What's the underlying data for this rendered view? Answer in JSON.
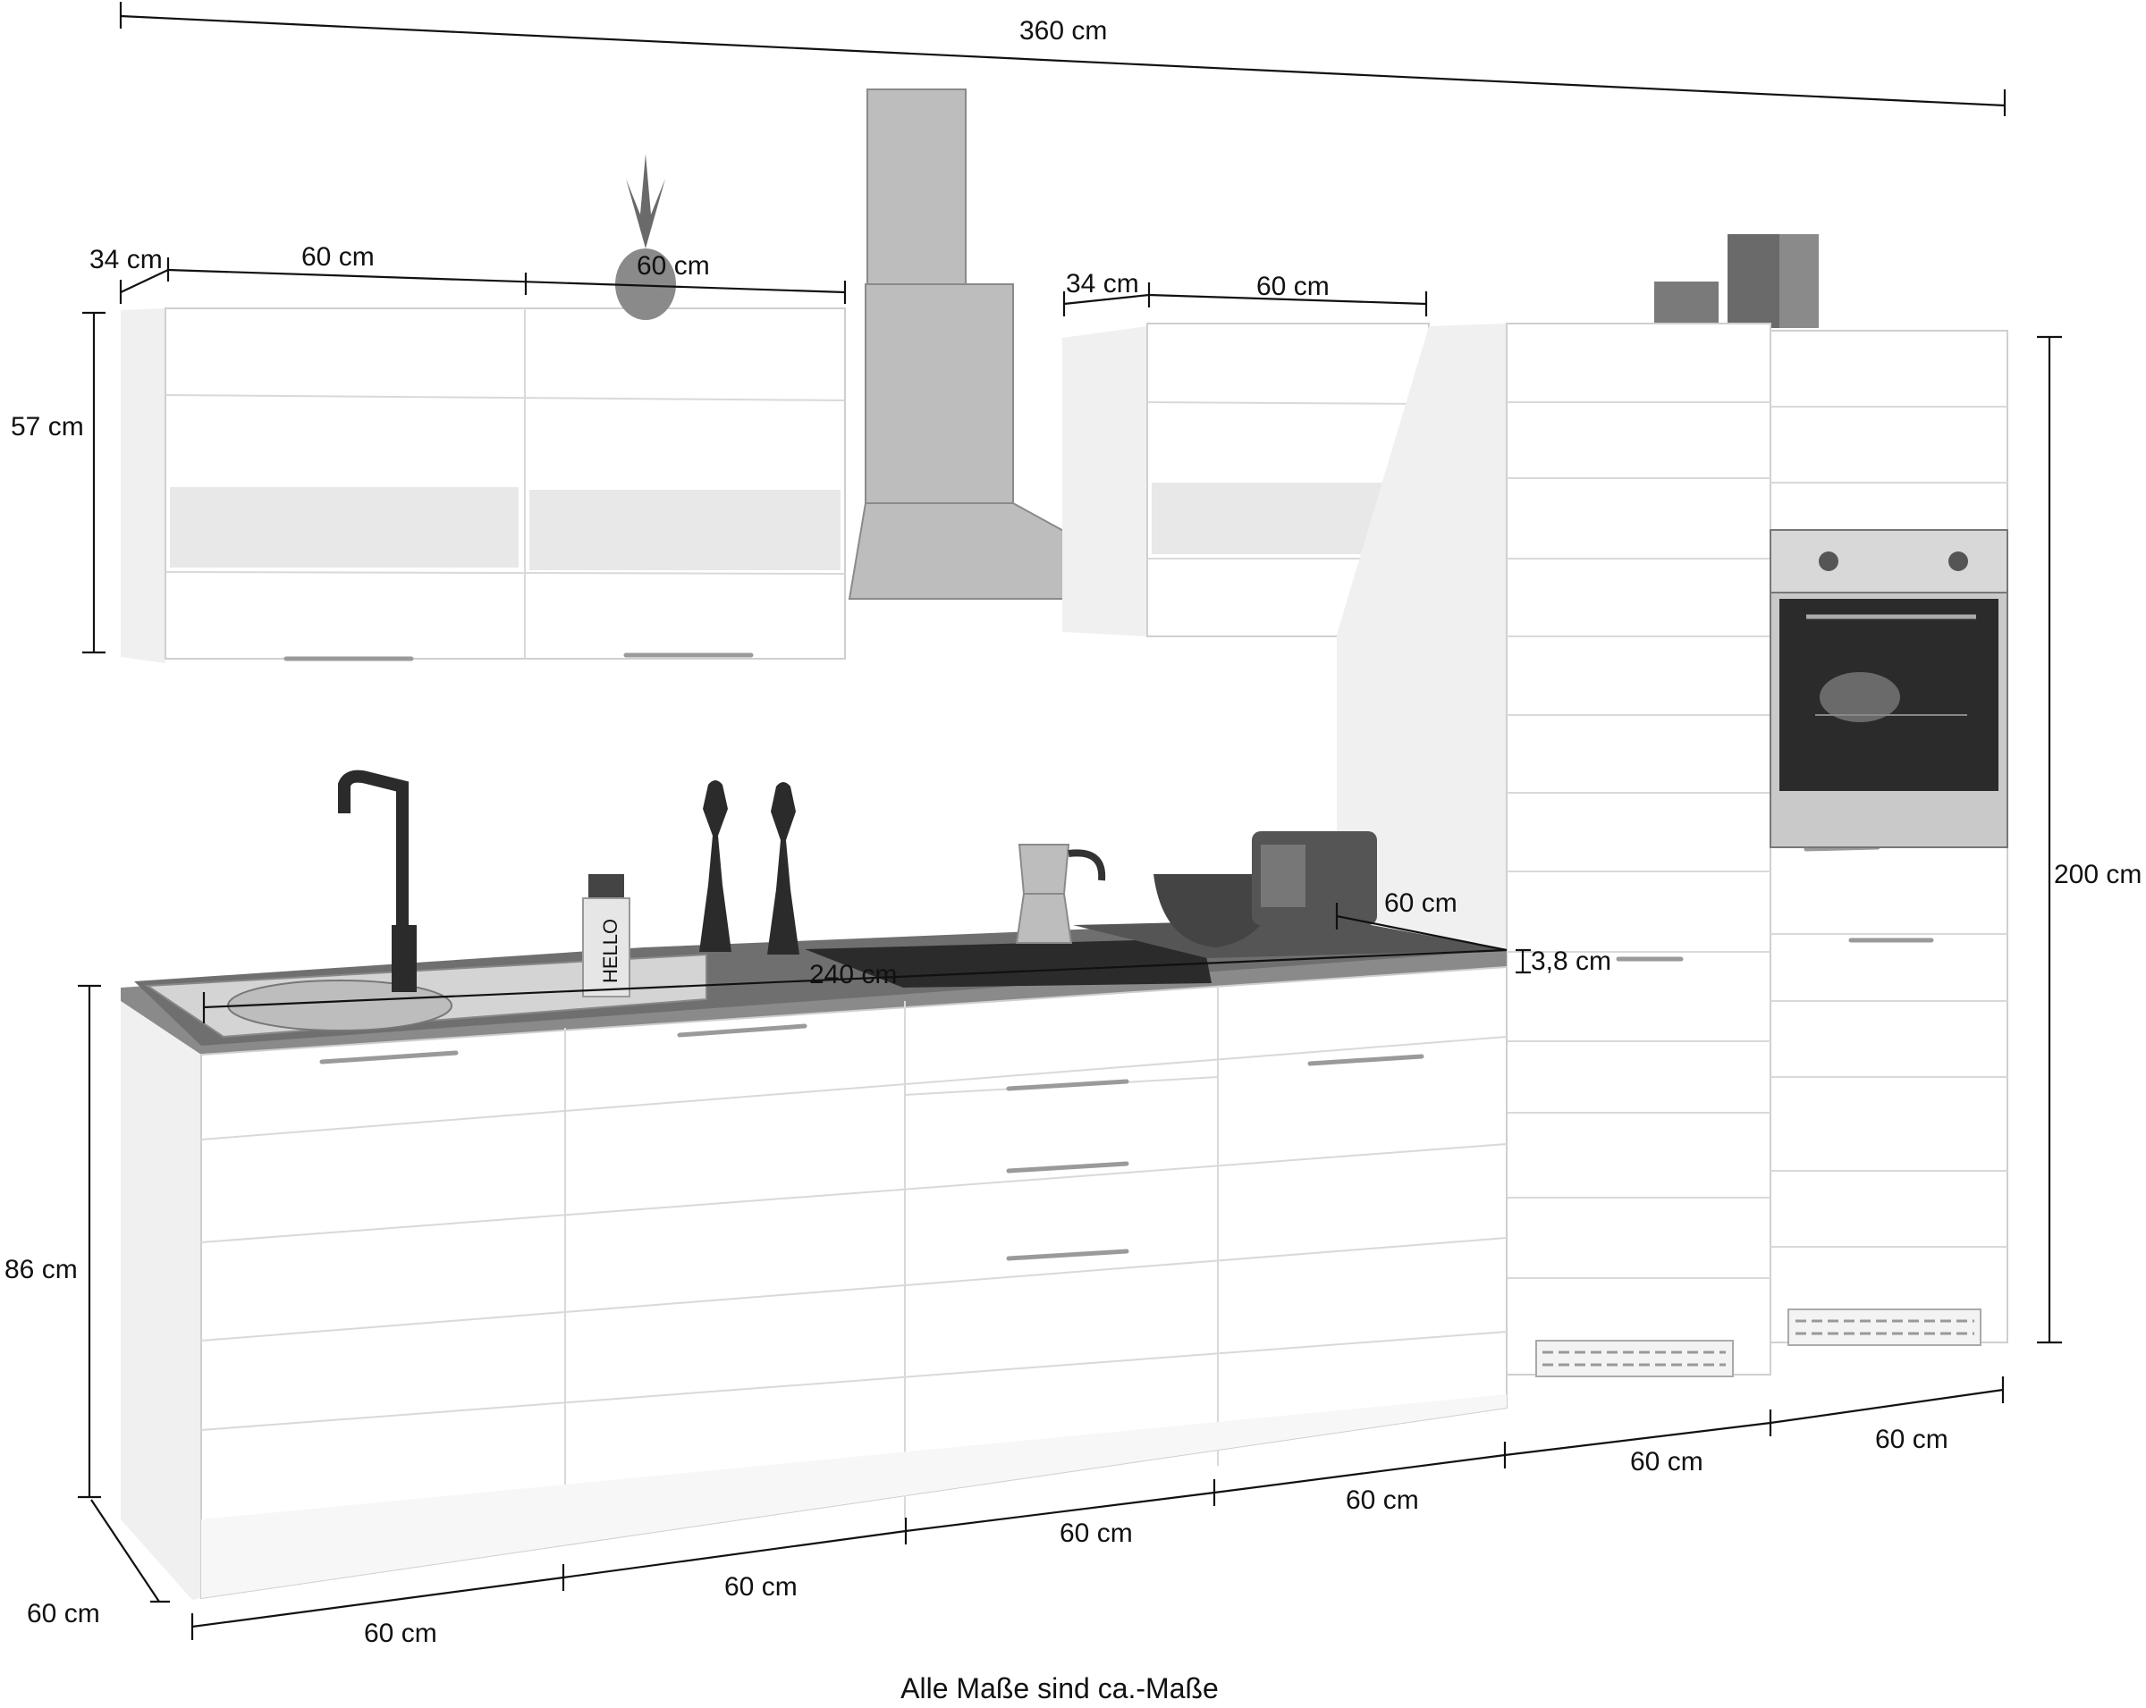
{
  "dimensions": {
    "total_width": "360 cm",
    "wall_left_depth": "34 cm",
    "wall_left_width_1": "60 cm",
    "wall_left_width_2": "60 cm",
    "wall_left_height": "57 cm",
    "wall_right_depth": "34 cm",
    "wall_right_width": "60 cm",
    "worktop_width": "240 cm",
    "worktop_depth": "60 cm",
    "worktop_thickness": "3,8 cm",
    "tall_height": "200 cm",
    "base_height": "86 cm",
    "base_depth": "60 cm",
    "base_width_1": "60 cm",
    "base_width_2": "60 cm",
    "base_width_3": "60 cm",
    "base_width_4": "60 cm",
    "base_width_5": "60 cm",
    "base_width_6": "60 cm"
  },
  "bottle_label": "HELLO",
  "footnote": "Alle Maße sind ca.-Maße",
  "colors": {
    "line": "#111111",
    "cabinet_outline": "#cfcfcf",
    "worktop": "#6f6f6f",
    "appliance_dark": "#2b2b2b",
    "steel": "#bdbdbd"
  }
}
